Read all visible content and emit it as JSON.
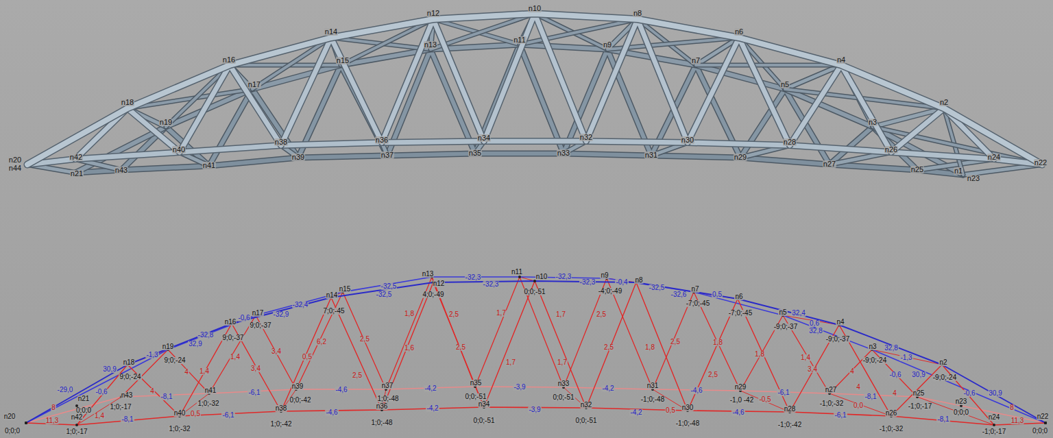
{
  "diagram": {
    "labels": [
      "n12",
      "n10",
      "n8",
      "n14",
      "n13",
      "n11",
      "n9",
      "n6",
      "n16",
      "n15",
      "n7",
      "n4",
      "n5",
      "n17",
      "n18",
      "n2",
      "n19",
      "n3",
      "n38",
      "n36",
      "n34",
      "n32",
      "n30",
      "n40",
      "n28",
      "n26",
      "n42",
      "n24",
      "n20",
      "n44",
      "n22",
      "n41",
      "n39",
      "n37",
      "n35",
      "n33",
      "n31",
      "n29",
      "n27",
      "n25",
      "n43",
      "n21",
      "n1",
      "n23",
      "n20",
      "0;0;0",
      "n42",
      "1;0;-17",
      "n40",
      "1;0;-32",
      "n38",
      "1;0;-42",
      "n36",
      "1;0;-48",
      "n34",
      "0;0;-51",
      "n32",
      "0;0;-51",
      "n30",
      "-1;0;-48",
      "n28",
      "-1;0;-42",
      "n26",
      "-1;0;-32",
      "n24",
      "-1;0;-17",
      "n22",
      "0;0;0",
      "n43",
      "1;0;-17",
      "n41",
      "1;0;-32",
      "n39",
      "0;0;-42",
      "n37",
      "1;0;-48",
      "n35",
      "0;0;-51",
      "n33",
      "0;0;-51",
      "n31",
      "-1;0;-48",
      "n29",
      "-1,0 -42",
      "n27",
      "-1;0;-32",
      "n25",
      "-1;0;-17",
      "n21",
      "0;0;0",
      "n23",
      "0;0;0",
      "n18",
      "9;0;-24",
      "n19",
      "9;0;-24",
      "n16",
      "9;0;-37",
      "n17",
      "9;0;-37",
      "n14",
      "7;0;-45",
      "n15",
      "n13",
      "n12",
      "4;0;-49",
      "n11",
      "n10",
      "0;0;-51",
      "n9",
      "-4;0;-49",
      "n8",
      "n7",
      "-7;0;-45",
      "n6",
      "-7;0;-45",
      "n5",
      "-9;0;-37",
      "n4",
      "-9;0;-37",
      "n3",
      "-9;0;-24",
      "n2",
      "-9;0;-24",
      "-32,5",
      "-32,5",
      "-32,3",
      "-32,3",
      "-32,3",
      "-32,3",
      "-32,5",
      "-32,6",
      "-32,4",
      "-32,9",
      "-32,8",
      "32,9",
      "-1,3",
      "30,9",
      "-29,0",
      "-0,6",
      "-0,6",
      "-0,4",
      "0,5",
      "0,6",
      "32,4",
      "32,8",
      "32,8",
      "-1,3",
      "30,9",
      "30,9",
      "-0,6",
      "-0,6",
      "-8,1",
      "-8,1",
      "-6,1",
      "-6,1",
      "-4,6",
      "-4,6",
      "-4,2",
      "-4,2",
      "-3,9",
      "-3,9",
      "-4,2",
      "-4,2",
      "-4,6",
      "-4,6",
      "-6,1",
      "-6,1",
      "-8,1",
      "-8,1",
      "8",
      "11,3",
      "1,4",
      "4",
      "4",
      "1,4",
      "1,4",
      "3,4",
      "3,4",
      "0,5",
      "0,5",
      "6,2",
      "2,5",
      "2,5",
      "1,8",
      "1,6",
      "2,5",
      "2,5",
      "1,7",
      "1,7",
      "1,7",
      "1,7",
      "2,5",
      "2,5",
      "1,8",
      "2,5",
      "1,8",
      "2,5",
      "1,8",
      "1,4",
      "3,4",
      "4",
      "4",
      "0,0",
      "0,5",
      "-0,5",
      "4",
      "8",
      "11,3"
    ]
  }
}
